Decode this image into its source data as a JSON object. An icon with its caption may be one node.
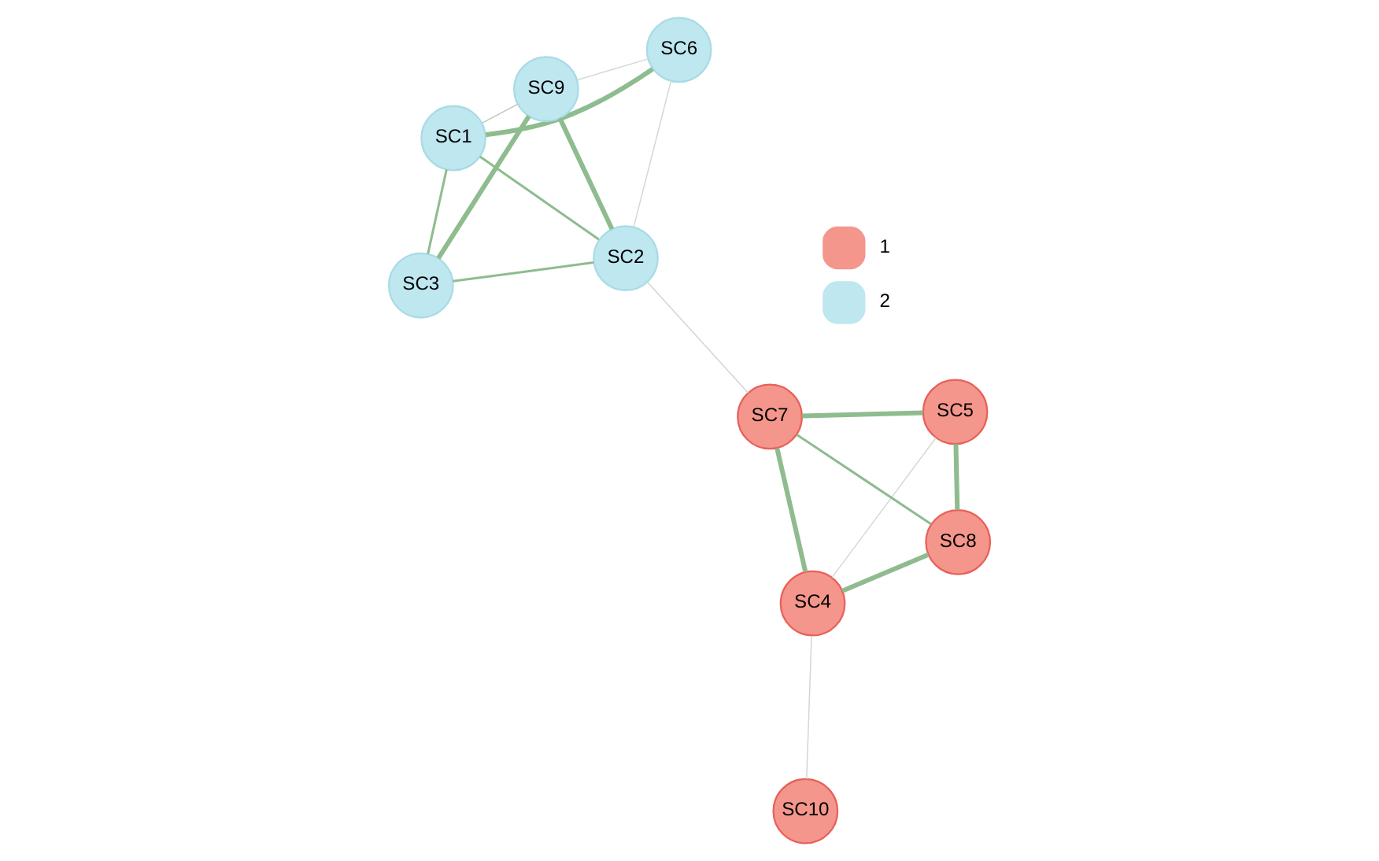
{
  "diagram": {
    "nodes": [
      {
        "text": [
          "SC1"
        ]
      },
      {
        "text": [
          "SC6"
        ]
      },
      {
        "text": [
          "SC3"
        ]
      },
      {
        "text": [
          "SC2"
        ]
      },
      {
        "text": [
          "SC9"
        ]
      },
      {
        "text": [
          "SC5"
        ]
      },
      {
        "text": [
          "SC7"
        ]
      },
      {
        "text": [
          "SC8"
        ]
      },
      {
        "text": [
          "SC4"
        ]
      },
      {
        "text": [
          "SC10"
        ]
      }
    ],
    "edges": [
      {
        "from": 0,
        "to": 1,
        "arrow": "none",
        "style": "thick"
      },
      {
        "from": 0,
        "to": 2,
        "arrow": "none"
      },
      {
        "from": 0,
        "to": 3,
        "arrow": "none"
      },
      {
        "from": 0,
        "to": 4,
        "arrow": "none",
        "color": "#b5cdb5"
      },
      {
        "from": 1,
        "to": 4,
        "arrow": "none",
        "color": "#d0dcd0"
      },
      {
        "from": 1,
        "to": 3,
        "arrow": "none",
        "color": "#d0dcd0"
      },
      {
        "from": 2,
        "to": 3,
        "arrow": "none"
      },
      {
        "from": 2,
        "to": 4,
        "arrow": "none",
        "style": "thick"
      },
      {
        "from": 4,
        "to": 3,
        "arrow": "none",
        "style": "thick"
      },
      {
        "from": 3,
        "to": 6,
        "arrow": "none",
        "color": "#d0d8d0"
      },
      {
        "from": 6,
        "to": 5,
        "arrow": "none",
        "style": "thick"
      },
      {
        "from": 6,
        "to": 7,
        "arrow": "none"
      },
      {
        "from": 6,
        "to": 8,
        "arrow": "none",
        "style": "thick"
      },
      {
        "from": 5,
        "to": 7,
        "arrow": "none",
        "style": "thick"
      },
      {
        "from": 5,
        "to": 8,
        "arrow": "none",
        "color": "#d0dcd0"
      },
      {
        "from": 8,
        "to": 7,
        "arrow": "none",
        "style": "thick"
      },
      {
        "from": 8,
        "to": 9,
        "arrow": "none",
        "color": "#d0d8d0"
      }
    ],
    "legend": [
      {
        "text": "1",
        "color": "#f4968c"
      },
      {
        "text": "2",
        "color": "#bfe7f0"
      }
    ]
  }
}
